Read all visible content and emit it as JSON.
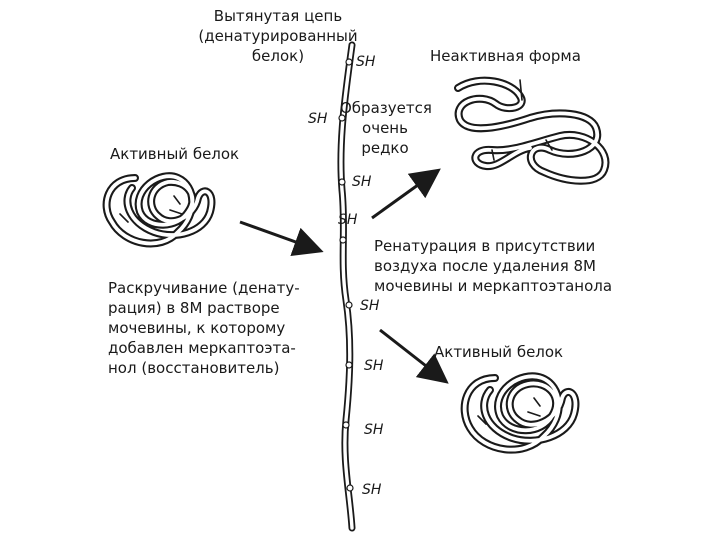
{
  "title_chain": [
    "Вытянутая цепь",
    "(денатурированный",
    "белок)"
  ],
  "label_active_left": "Активный белок",
  "label_inactive": "Неактивная форма",
  "label_active_right": "Активный белок",
  "label_rare": [
    "Образуется",
    "очень",
    "редко"
  ],
  "label_denaturation": [
    "Раскручивание (денату-",
    "рация) в 8М растворе",
    "мочевины, к которому",
    "добавлен меркаптоэта-",
    "нол (восстановитель)"
  ],
  "label_renaturation": [
    "Ренатурация в присутствии",
    "воздуха после удаления 8М",
    "мочевины и меркаптоэтанола"
  ],
  "sh_label": "SH"
}
